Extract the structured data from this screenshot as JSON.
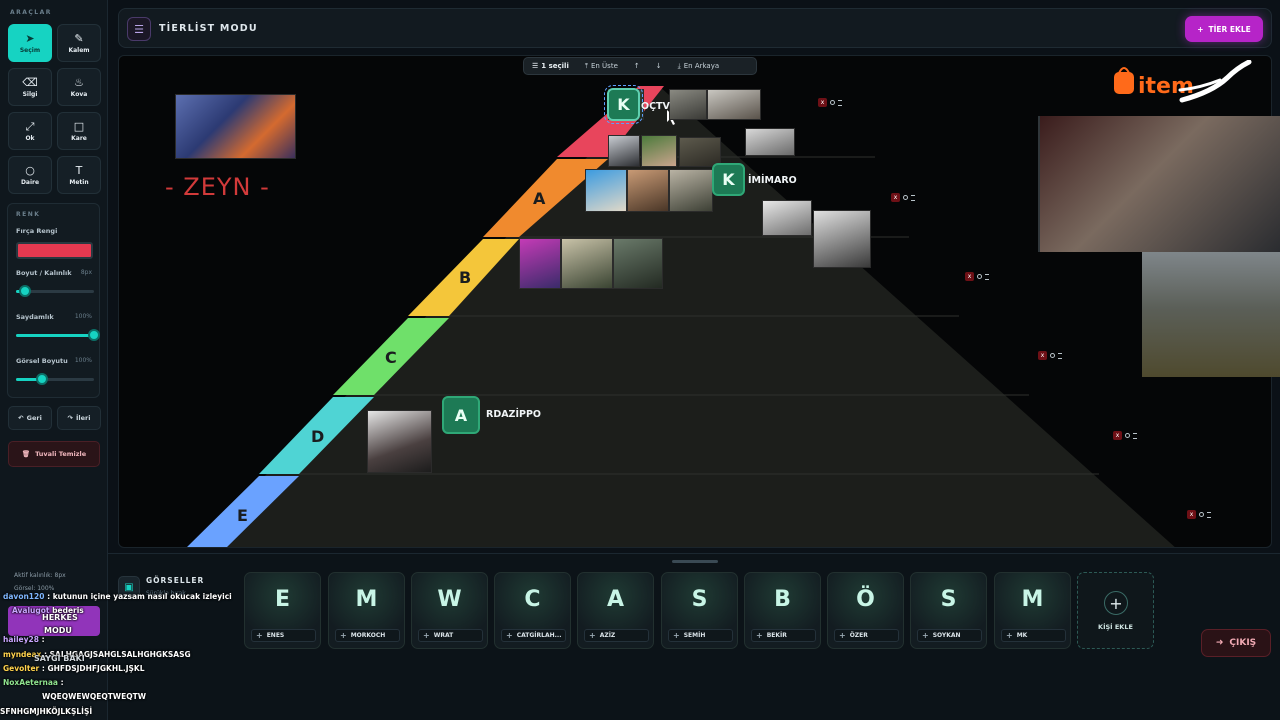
{
  "sidebar": {
    "title": "ARAÇLAR",
    "tools": [
      {
        "label": "Seçim",
        "icon": "cursor-icon",
        "active": true
      },
      {
        "label": "Kalem",
        "icon": "pencil-icon"
      },
      {
        "label": "Silgi",
        "icon": "eraser-icon"
      },
      {
        "label": "Kova",
        "icon": "bucket-icon"
      },
      {
        "label": "Ok",
        "icon": "arrow-icon"
      },
      {
        "label": "Kare",
        "icon": "square-icon"
      },
      {
        "label": "Daire",
        "icon": "circle-icon"
      },
      {
        "label": "Metin",
        "icon": "text-icon"
      }
    ],
    "panel": {
      "title": "RENK",
      "brush_color_label": "Fırça Rengi",
      "brush_color": "#e53950",
      "size_label": "Boyut / Kalınlık",
      "size_value": "8px",
      "size_level": 0.12,
      "opacity_label": "Saydamlık",
      "opacity_value": "100%",
      "opacity_level": 1.0,
      "image_size_label": "Görsel Boyutu",
      "image_size_value": "100%",
      "image_size_level": 0.33
    },
    "undo_label": "Geri",
    "redo_label": "İleri",
    "clear_label": "Tuvali Temizle",
    "status_line1": "Aktif kalınlık: 8px",
    "status_line2": "Görsel: 100%"
  },
  "topbar": {
    "title": "TİERLİST MODU",
    "add_tier_label": "TİER EKLE",
    "accent": "#b624c8"
  },
  "selection_bar": {
    "selected": "1 seçili",
    "front": "En Üste",
    "back": "En Arkaya"
  },
  "tiers": [
    {
      "letter": "",
      "color": "#e8455c"
    },
    {
      "letter": "A",
      "color": "#f08a2e"
    },
    {
      "letter": "B",
      "color": "#f4c63a"
    },
    {
      "letter": "C",
      "color": "#6fe06a"
    },
    {
      "letter": "D",
      "color": "#4fd4d4"
    },
    {
      "letter": "E",
      "color": "#6aa2ff"
    }
  ],
  "canvas": {
    "drawn_text": "- ZEYN -",
    "badges": [
      {
        "letter": "K",
        "name": "OÇTV"
      },
      {
        "letter": "K",
        "name": "İMİMARO"
      },
      {
        "letter": "A",
        "name": "RDAZİPPO"
      }
    ]
  },
  "gallery": {
    "title": "GÖRSELLER",
    "subtitle": "Sürükle bırak",
    "cards": [
      {
        "letter": "E",
        "name": "ENES"
      },
      {
        "letter": "M",
        "name": "MORKOCH"
      },
      {
        "letter": "W",
        "name": "WRAT"
      },
      {
        "letter": "C",
        "name": "CATGİRLAH..."
      },
      {
        "letter": "A",
        "name": "AZİZ"
      },
      {
        "letter": "S",
        "name": "SEMİH"
      },
      {
        "letter": "B",
        "name": "BEKİR"
      },
      {
        "letter": "Ö",
        "name": "ÖZER"
      },
      {
        "letter": "S",
        "name": "SOYKAN"
      },
      {
        "letter": "M",
        "name": "MK"
      }
    ],
    "add_person_label": "KİŞİ EKLE"
  },
  "exit_label": "ÇIKIŞ",
  "brand_logo_text": "item",
  "chat": [
    {
      "user": "davon120",
      "text": " : kutunun içine yazsam nasıl okucak izleyici"
    },
    {
      "user": "Avalugot",
      "text": " bederis"
    },
    {
      "user": "hailey28",
      "text": " :"
    },
    {
      "user": "myndeax",
      "text": " : SALHGAGJSAHGLSALHGHGKSASG"
    },
    {
      "user": "Gevolter",
      "text": " : GHFDSJDHFJGKHL.JŞKL"
    },
    {
      "user": "NoxAeternaa",
      "text": " :"
    },
    {
      "user": "",
      "text": "WQEQWEWQEQTWEQTW"
    },
    {
      "user": "",
      "text": "SFNHGMJHKÖJLKŞLİŞİ"
    }
  ],
  "chat_badge_text": [
    "HERKES",
    "MODU",
    "SAYGI BAKI"
  ]
}
